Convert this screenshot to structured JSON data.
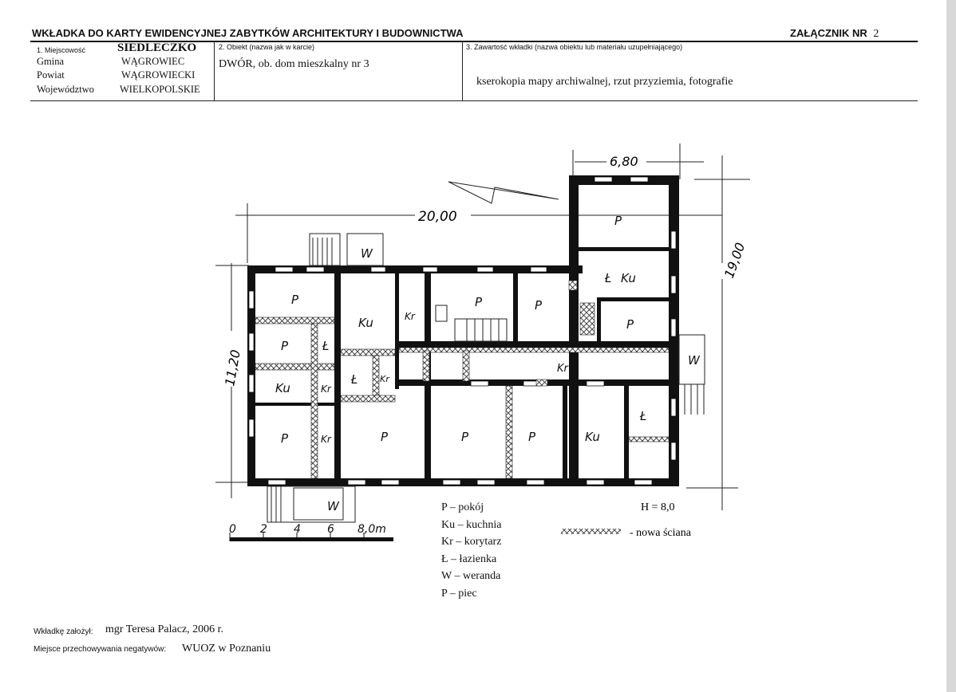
{
  "header": {
    "title": "WKŁADKA DO KARTY EWIDENCYJNEJ ZABYTKÓW ARCHITEKTURY I BUDOWNICTWA",
    "annex": "ZAŁĄCZNIK NR",
    "annex_number": "2"
  },
  "location": {
    "heading": "1. Miejscowość",
    "place": "SIEDLECZKO",
    "rows": [
      {
        "label": "Gmina",
        "value": "WĄGROWIEC"
      },
      {
        "label": "Powiat",
        "value": "WĄGROWIECKI"
      },
      {
        "label": "Województwo",
        "value": "WIELKOPOLSKIE"
      }
    ]
  },
  "object": {
    "heading": "2. Obiekt (nazwa jak w karcie)",
    "value": "DWÓR, ob. dom mieszkalny nr 3"
  },
  "contents": {
    "heading": "3. Zawartość wkładki (nazwa obiektu lub materiału uzupełniającego)",
    "value": "kserokopia mapy archiwalnej, rzut przyziemia, fotografie"
  },
  "plan": {
    "dim_top": "6,80",
    "dim_long": "20,00",
    "dim_right": "19,00",
    "dim_left": "11,20",
    "scale_labels": [
      "0",
      "2",
      "4",
      "6",
      "8,0m"
    ],
    "rooms": {
      "w_top": "W",
      "p_tower": "P",
      "l_tower": "Ł",
      "ku_tower": "Ku",
      "p_tower2": "P",
      "p_left1": "P",
      "p_left2": "P",
      "l_left": "Ł",
      "ku_left": "Ku",
      "kr_left1": "Kr",
      "p_left3": "P",
      "kr_left2": "Kr",
      "ku_mid": "Ku",
      "kr_mid": "Kr",
      "l_mid": "Ł",
      "kr_mid2": "Kr",
      "p_mid": "P",
      "p_mid2": "P",
      "kr_corr": "Kr",
      "p_big": "P",
      "p_b1": "P",
      "p_b2": "P",
      "ku_b": "Ku",
      "l_b": "Ł",
      "w_right": "W",
      "w_bottom": "W"
    },
    "height": "H = 8,0",
    "new_wall": "- nowa ściana"
  },
  "legend": [
    "P – pokój",
    "Ku – kuchnia",
    "Kr – korytarz",
    "Ł – łazienka",
    "W – weranda",
    "P – piec"
  ],
  "footer": {
    "created_label": "Wkładkę założył:",
    "created_value": "mgr Teresa Palacz, 2006 r.",
    "storage_label": "Miejsce przechowywania negatywów:",
    "storage_value": "WUOZ w Poznaniu"
  }
}
